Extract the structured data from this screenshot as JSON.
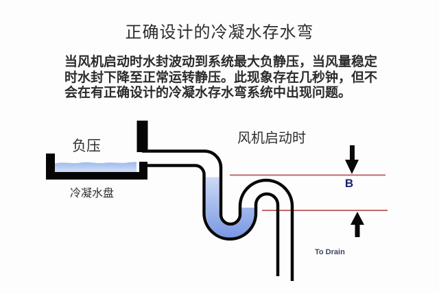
{
  "slide": {
    "title": "正确设计的冷凝水存水弯",
    "body_lines": [
      "当风机启动时水封波动到系统最大负静压，当风量稳定",
      "时水封下降至正常运转静压。此现象存在几秒钟，但不",
      "会在有正确设计的冷凝水存水弯系统中出现问题。"
    ]
  },
  "diagram": {
    "labels": {
      "negative_pressure": "负压",
      "condensate_pan": "冷凝水盘",
      "fan_start": "风机启动时",
      "dimension_b": "B",
      "to_drain": "To Drain"
    },
    "colors": {
      "pipe_outline": "#080808",
      "level_line": "#c06a6a",
      "pan_black": "#050505",
      "water_light": "#ccdaf5",
      "water_deep": "#7a97e4",
      "pan_water_top": "#9db9ec",
      "pan_water_bottom": "#d6e1f8",
      "dimension_text": "#1c1c70",
      "drain_text": "#3a4560"
    }
  }
}
